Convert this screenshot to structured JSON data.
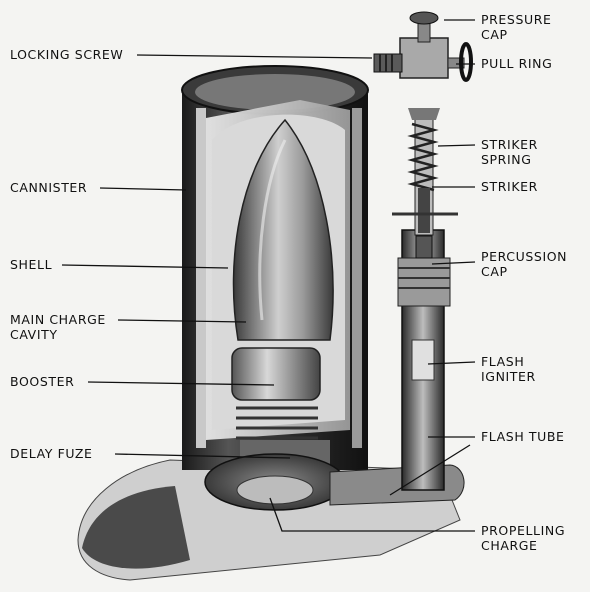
{
  "labels": {
    "locking_screw": "LOCKING SCREW",
    "cannister": "CANNISTER",
    "shell": "SHELL",
    "main_charge_cavity_1": "MAIN CHARGE",
    "main_charge_cavity_2": "CAVITY",
    "booster": "BOOSTER",
    "delay_fuze": "DELAY FUZE",
    "pressure_cap_1": "PRESSURE",
    "pressure_cap_2": "CAP",
    "pull_ring": "PULL RING",
    "striker_spring_1": "STRIKER",
    "striker_spring_2": "SPRING",
    "striker": "STRIKER",
    "percussion_cap_1": "PERCUSSION",
    "percussion_cap_2": "CAP",
    "flash_igniter_1": "FLASH",
    "flash_igniter_2": "IGNITER",
    "flash_tube": "FLASH TUBE",
    "propelling_charge_1": "PROPELLING",
    "propelling_charge_2": "CHARGE"
  },
  "colors": {
    "background": "#f4f4f2",
    "ink": "#111111",
    "metal_dark": "#2a2a2a",
    "metal_mid": "#7a7a7a",
    "metal_light": "#c8c8c8"
  }
}
